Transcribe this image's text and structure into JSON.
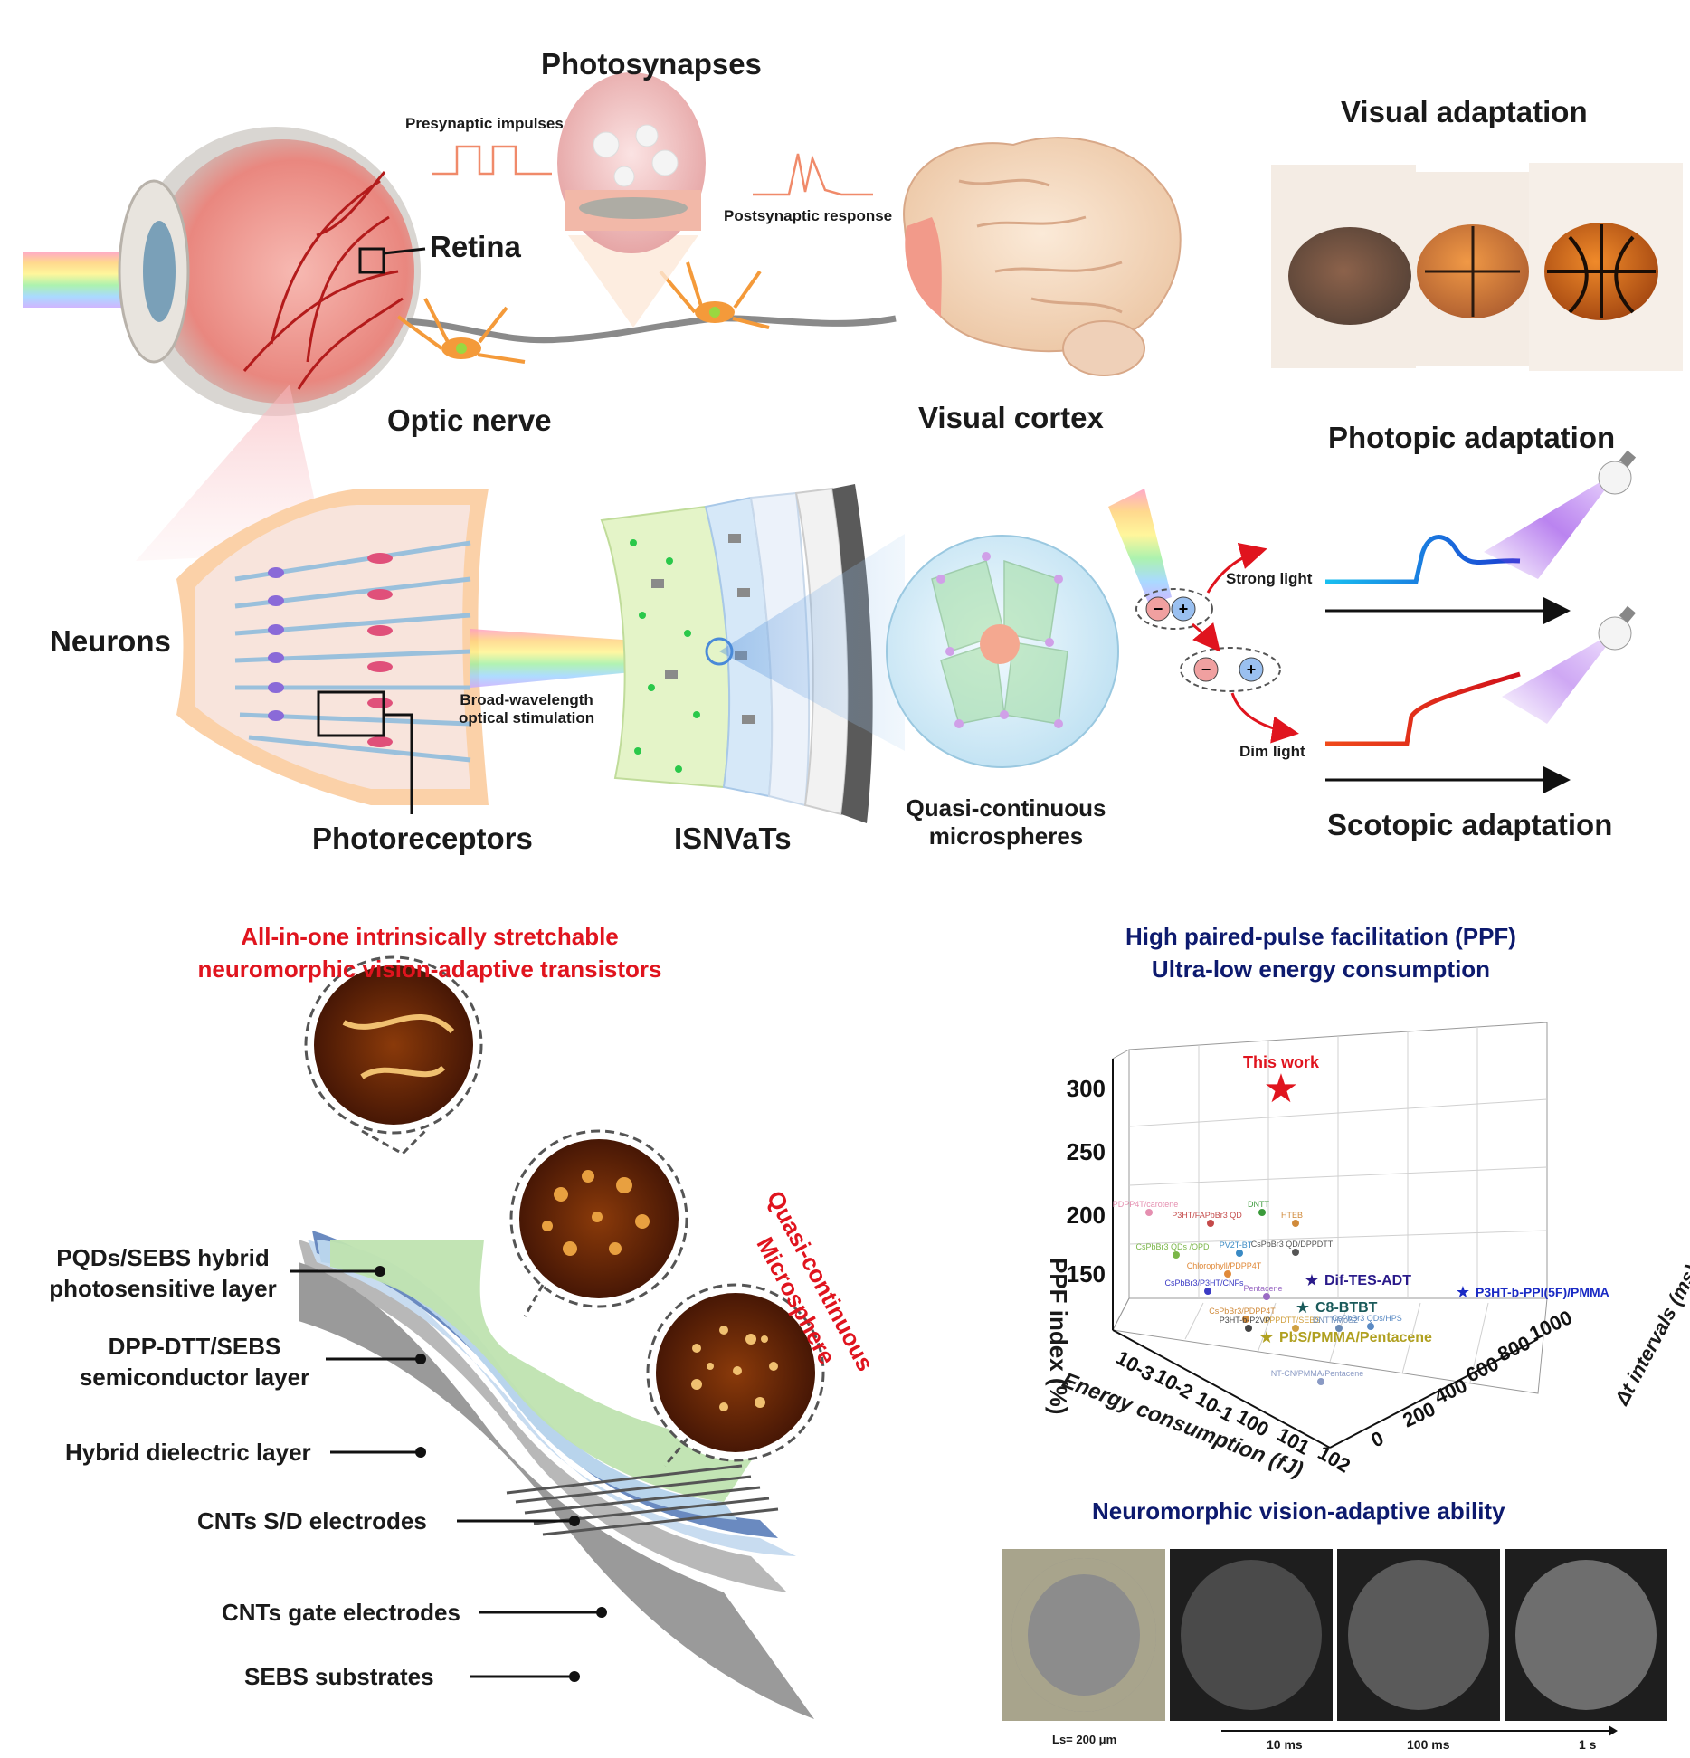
{
  "top": {
    "title_photosynapses": "Photosynapses",
    "presynaptic": "Presynaptic impulses",
    "postsynaptic": "Postsynaptic response",
    "retina": "Retina",
    "optic_nerve": "Optic nerve",
    "visual_cortex": "Visual cortex",
    "visual_adaptation": "Visual adaptation",
    "photopic": "Photopic adaptation",
    "scotopic": "Scotopic adaptation",
    "strong_light": "Strong light",
    "dim_light": "Dim light",
    "neurons": "Neurons",
    "photoreceptors": "Photoreceptors",
    "broad_wavelength_1": "Broad-wavelength",
    "broad_wavelength_2": "optical stimulation",
    "isnvats": "ISNVaTs",
    "quasi_1": "Quasi-continuous",
    "quasi_2": "microspheres"
  },
  "bottom_left": {
    "heading_1": "All-in-one intrinsically stretchable",
    "heading_2": "neuromorphic vision-adaptive transistors",
    "quasi_vertical_1": "Quasi-continuous",
    "quasi_vertical_2": "Microsphere",
    "layers": [
      {
        "l1": "PQDs/SEBS hybrid",
        "l2": "photosensitive layer"
      },
      {
        "l1": "DPP-DTT/SEBS",
        "l2": "semiconductor layer"
      },
      {
        "l1": "Hybrid  dielectric layer",
        "l2": ""
      },
      {
        "l1": "CNTs S/D electrodes",
        "l2": ""
      },
      {
        "l1": "CNTs gate electrodes",
        "l2": ""
      },
      {
        "l1": "SEBS substrates",
        "l2": ""
      }
    ]
  },
  "bottom_right": {
    "heading_1": "High paired-pulse facilitation (PPF)",
    "heading_2": "Ultra-low energy consumption",
    "vision_heading": "Neuromorphic vision-adaptive ability",
    "scale_label": "Ls= 200 μm",
    "time_labels": [
      "10 ms",
      "100 ms",
      "1 s"
    ]
  },
  "chart_data": {
    "type": "scatter",
    "title": "",
    "zlabel": "PPF index (%)",
    "xlabel": "Energy consumption (fJ)",
    "ylabel": "Δt intervals (ms)",
    "z_ticks": [
      "150",
      "200",
      "250",
      "300"
    ],
    "x_ticks": [
      "10-3",
      "10-2",
      "10-1",
      "100",
      "101",
      "102"
    ],
    "y_ticks": [
      "0",
      "200",
      "400",
      "600",
      "800",
      "1000"
    ],
    "highlight": {
      "name": "This work",
      "color": "#e0141e"
    },
    "points": [
      {
        "label": "PDPP4T/carotene",
        "color": "#e58fb0"
      },
      {
        "label": "P3HT/FAPbBr3 QD",
        "color": "#c44a4a"
      },
      {
        "label": "DNTT",
        "color": "#3a9a3a"
      },
      {
        "label": "HTEB",
        "color": "#d08a3a"
      },
      {
        "label": "CsPbBr3 QDs /OPD",
        "color": "#7ab648"
      },
      {
        "label": "PV2T-BT",
        "color": "#3a8ac4"
      },
      {
        "label": "CsPbBr3 QD/DPPDTT",
        "color": "#555555"
      },
      {
        "label": "Chlorophyll/PDPP4T",
        "color": "#e08a3a"
      },
      {
        "label": "Pentacene",
        "color": "#9a6ac4"
      },
      {
        "label": "CsPbBr3/P3HT/CNFs",
        "color": "#3a3ac4"
      },
      {
        "label": "Dif-TES-ADT",
        "color": "#2a1a8a"
      },
      {
        "label": "C8-BTBT",
        "color": "#1a5a5a"
      },
      {
        "label": "P3HT-b-PPI(5F)/PMMA",
        "color": "#1a2ac4"
      },
      {
        "label": "CsPbBr3/PDPP4T",
        "color": "#d08a3a"
      },
      {
        "label": "P3HT-b-P2VP",
        "color": "#444444"
      },
      {
        "label": "DPPDTT/SEBS",
        "color": "#d0a040"
      },
      {
        "label": "CsPbBr3 QDs/HPS",
        "color": "#5a8ac4"
      },
      {
        "label": "DNTT/MoS2",
        "color": "#6a8ab4"
      },
      {
        "label": "PbS/PMMA/Pentacene",
        "color": "#b0a020"
      },
      {
        "label": "NT-CN/PMMA/Pentacene",
        "color": "#8a9ac4"
      }
    ]
  }
}
